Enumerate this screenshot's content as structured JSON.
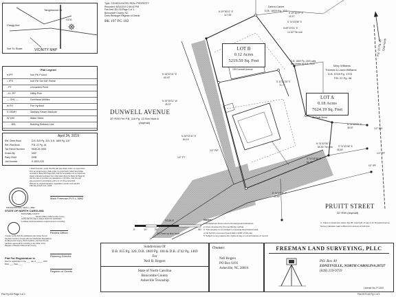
{
  "header_stamp": {
    "lines": [
      "Type: CONSOLIDATED REAL PROPERTY",
      "Recorded: 5/24/2019 2:54:40 PM",
      "Fee Amt: $21.00 Page 1 of 1",
      "Buncombe County, NC",
      "Drew Reisinger Register of Deeds"
    ],
    "book": "BK 197 PG 102"
  },
  "vicinity_map": {
    "title": "VICINITY MAP",
    "site_label": "SITE",
    "road_labels": [
      "Tanglewood Dr",
      "Cragg Ave",
      "Not To Scale"
    ]
  },
  "legend": {
    "title": "Plat Legend",
    "items": [
      {
        "symbol": "● IPF",
        "text": "Iron Pin Found"
      },
      {
        "symbol": "○ IPS",
        "text": "Iron Pin Set 5/8\" Rebar"
      },
      {
        "symbol": "◦ PT",
        "text": "Unmarked Point"
      },
      {
        "symbol": "–O– PP",
        "text": "Utility Pole"
      },
      {
        "symbol": "— OHL —",
        "text": "Overhead Utilities"
      },
      {
        "symbol": "⊕ FH",
        "text": "Fire Hydrant"
      },
      {
        "symbol": "S SSMH",
        "text": "Sanitary Sewer Manhole"
      },
      {
        "symbol": "W WM",
        "text": "Water Meter"
      },
      {
        "symbol": "- - - BSL",
        "text": "Building Setback Line"
      }
    ]
  },
  "info_table": {
    "date": "April 24, 2019",
    "rows": [
      {
        "k": "Ref. Deed Book",
        "v": "D.B. 815 Pg. 320, D.B. 1869 Pg. 100"
      },
      {
        "k": "Ref. Plat Book",
        "v": "P.B. 22 Pg. 46"
      },
      {
        "k": "Tax Parcel Number",
        "v": "9638-26-0053"
      },
      {
        "k": "Drawn By",
        "v": "MDF"
      },
      {
        "k": "Party Chief",
        "v": "DRB"
      },
      {
        "k": "Job Number",
        "v": "S-1803-025"
      }
    ]
  },
  "certificates": {
    "lines": [
      "I, Mark Freeman, certify that this plat was drawn under my supervision",
      "from an actual survey made under my supervision (deed description",
      "recorded in Book 815 Page 320); that the boundaries not surveyed are",
      "clearly indicated as drawn from information found in Book 22 Page 46;",
      "that the ratio of precision as calculated is 1:10,000+; that this plat",
      "was prepared in accordance with G.S. 47-30 as amended.",
      "Witness my original signature, registration number and seal this",
      "24th day of April, A.D., 2019."
    ],
    "seal_text": "PROFESSIONAL SEAL L-3892",
    "surveyor_sig": "Mark Freeman PLS L-3892",
    "review_officer_title": "STATE OF NORTH CAROLINA",
    "review_officer_lines": [
      "BUNCOMBE COUNTY",
      "I, ____________, Review Officer of Buncombe County,",
      "certify that the map or plat to which this certification",
      "is affixed meets all statutory requirements for recording."
    ],
    "review_sig": "Review Officer",
    "planning_lines": [
      "I hereby certify that the subdivision plat shown hereon",
      "has been found to comply with the Subdivision Regulations",
      "for Buncombe County, North Carolina, and that this plat",
      "has been approved for recording in the Office of the",
      "Register of Deeds of Buncombe County."
    ],
    "planning_sig": "Planning Director",
    "plat_recorded_title": "Plat For Registration In",
    "plat_recorded_lines": [
      "Filed for registration on the ____ day of ______, 2019",
      "Book ____ Page ____"
    ],
    "register_sig": "Register of Deeds"
  },
  "plan": {
    "street_dunwell": "DUNWELL AVENUE",
    "street_dunwell_sub": "30' R/W Per P.B. 116 Pg. 13  See Note A",
    "street_dunwell_sub2": "(Asphalt)",
    "street_pruitt": "PRUITT STREET",
    "street_pruitt_sub": "30' R/W  (Asphalt)",
    "lot_b": {
      "title": "LOT B",
      "acres": "0.12 Acres",
      "sqft": "5219.59 Sq. Feet"
    },
    "lot_a": {
      "title": "LOT A",
      "acres": "0.18 Acres",
      "sqft": "7624.19 Sq. Feet"
    },
    "owner_top": [
      "Debra Carter",
      "D.B. 1869 Pg. 103"
    ],
    "owner_right": [
      "Mary Williams",
      "Thomas & Laura Williams",
      "D.B. 5749 Pg. 1703",
      "P.B. 22 Pg. 46"
    ],
    "address_b": "159 Dunwell Avenue",
    "address_a": "25 Pruitt Street",
    "bearings": [
      "N 19°30'11\" E",
      "117.05'",
      "S 19°30'27\" E",
      "11.57'",
      "S 74°43'36\" E",
      "N 69°23'01\" E",
      "14.30' Tie Line",
      "N 16°02'41\" E",
      "60.40'",
      "S 11°21'30\" E",
      "71.71'",
      "N 19°30'11\" W",
      "25.07'",
      "N 16°02'41\" E",
      "84.14'",
      "N 74°43'36\" E",
      "59.90' Tie Line",
      "S 74°43'36\" E",
      "61.20'",
      "N 74°18'29\" E",
      "39.97'",
      "S 74°43'36\" E",
      "35.60'",
      "S 74°43'36\" E",
      "40.00'",
      "1/2\" PT",
      "1/2\" PIP",
      "1/2\" IPS",
      "1/2\" IPF",
      "I/2\" IPF"
    ],
    "north_arrow": "Grid North",
    "plat_ref": "P.B. 22 Pg. 46",
    "pin_note": [
      "D.B. 1869 Pg. 1300 calls",
      "line drawn by A.B. 2019"
    ],
    "scale_title": "SCALE",
    "scale_caption": "20 Feet to the Inch",
    "scale_ticks": [
      "0",
      "10",
      "20",
      "40"
    ]
  },
  "notes": {
    "left_title": "Notes:",
    "left_lines": [
      "1. All distances shown are horizontal ground distances.",
      "2. Area computed by the coordinate method.",
      "3. This property is not located in a special flood hazard area.",
      "4. No NCGS monument found within 2000' of this site.",
      "5. Subject to any easements, rights-of-way or encumbrances of record."
    ],
    "right_lines": [
      "A. Notes to determine where the 30' road right of way is for Dunwell Avenue.",
      "Survey indicates road sufficient for access of both lots."
    ]
  },
  "footer": {
    "subdivision_lines": [
      "Subdivision Of",
      "D.B. 815 Pg. 320, D.B. 1869 Pg. 100 & D.B. 4742 Pg. 1469",
      "For",
      "Neil B. Rogers"
    ],
    "location_lines": [
      "State of North Carolina",
      "Buncombe County",
      "Asheville Township"
    ],
    "owner_title": "Owner:",
    "owner_lines": [
      "Neil Rogers",
      "PO Box 6193",
      "Asheville, NC 28816"
    ],
    "company": "FREEMAN LAND SURVEYING, PLLC",
    "company_address": [
      "P.O. Box 40",
      "EDNEYVILLE, NORTH CAROLINA 28727",
      "(828) 259-9759"
    ],
    "license": "License No. P-0193"
  },
  "page_marks": {
    "bottom_left": "Plat Pg 102  Page 1 of 1",
    "bottom_right": "Plat 197/102  Pg 1 of 1"
  },
  "colors": {
    "ink": "#222222",
    "hatch_gray": "#bdbdbd",
    "hatch_dot": "#8f8f8f",
    "paper": "#fdfdfd"
  }
}
